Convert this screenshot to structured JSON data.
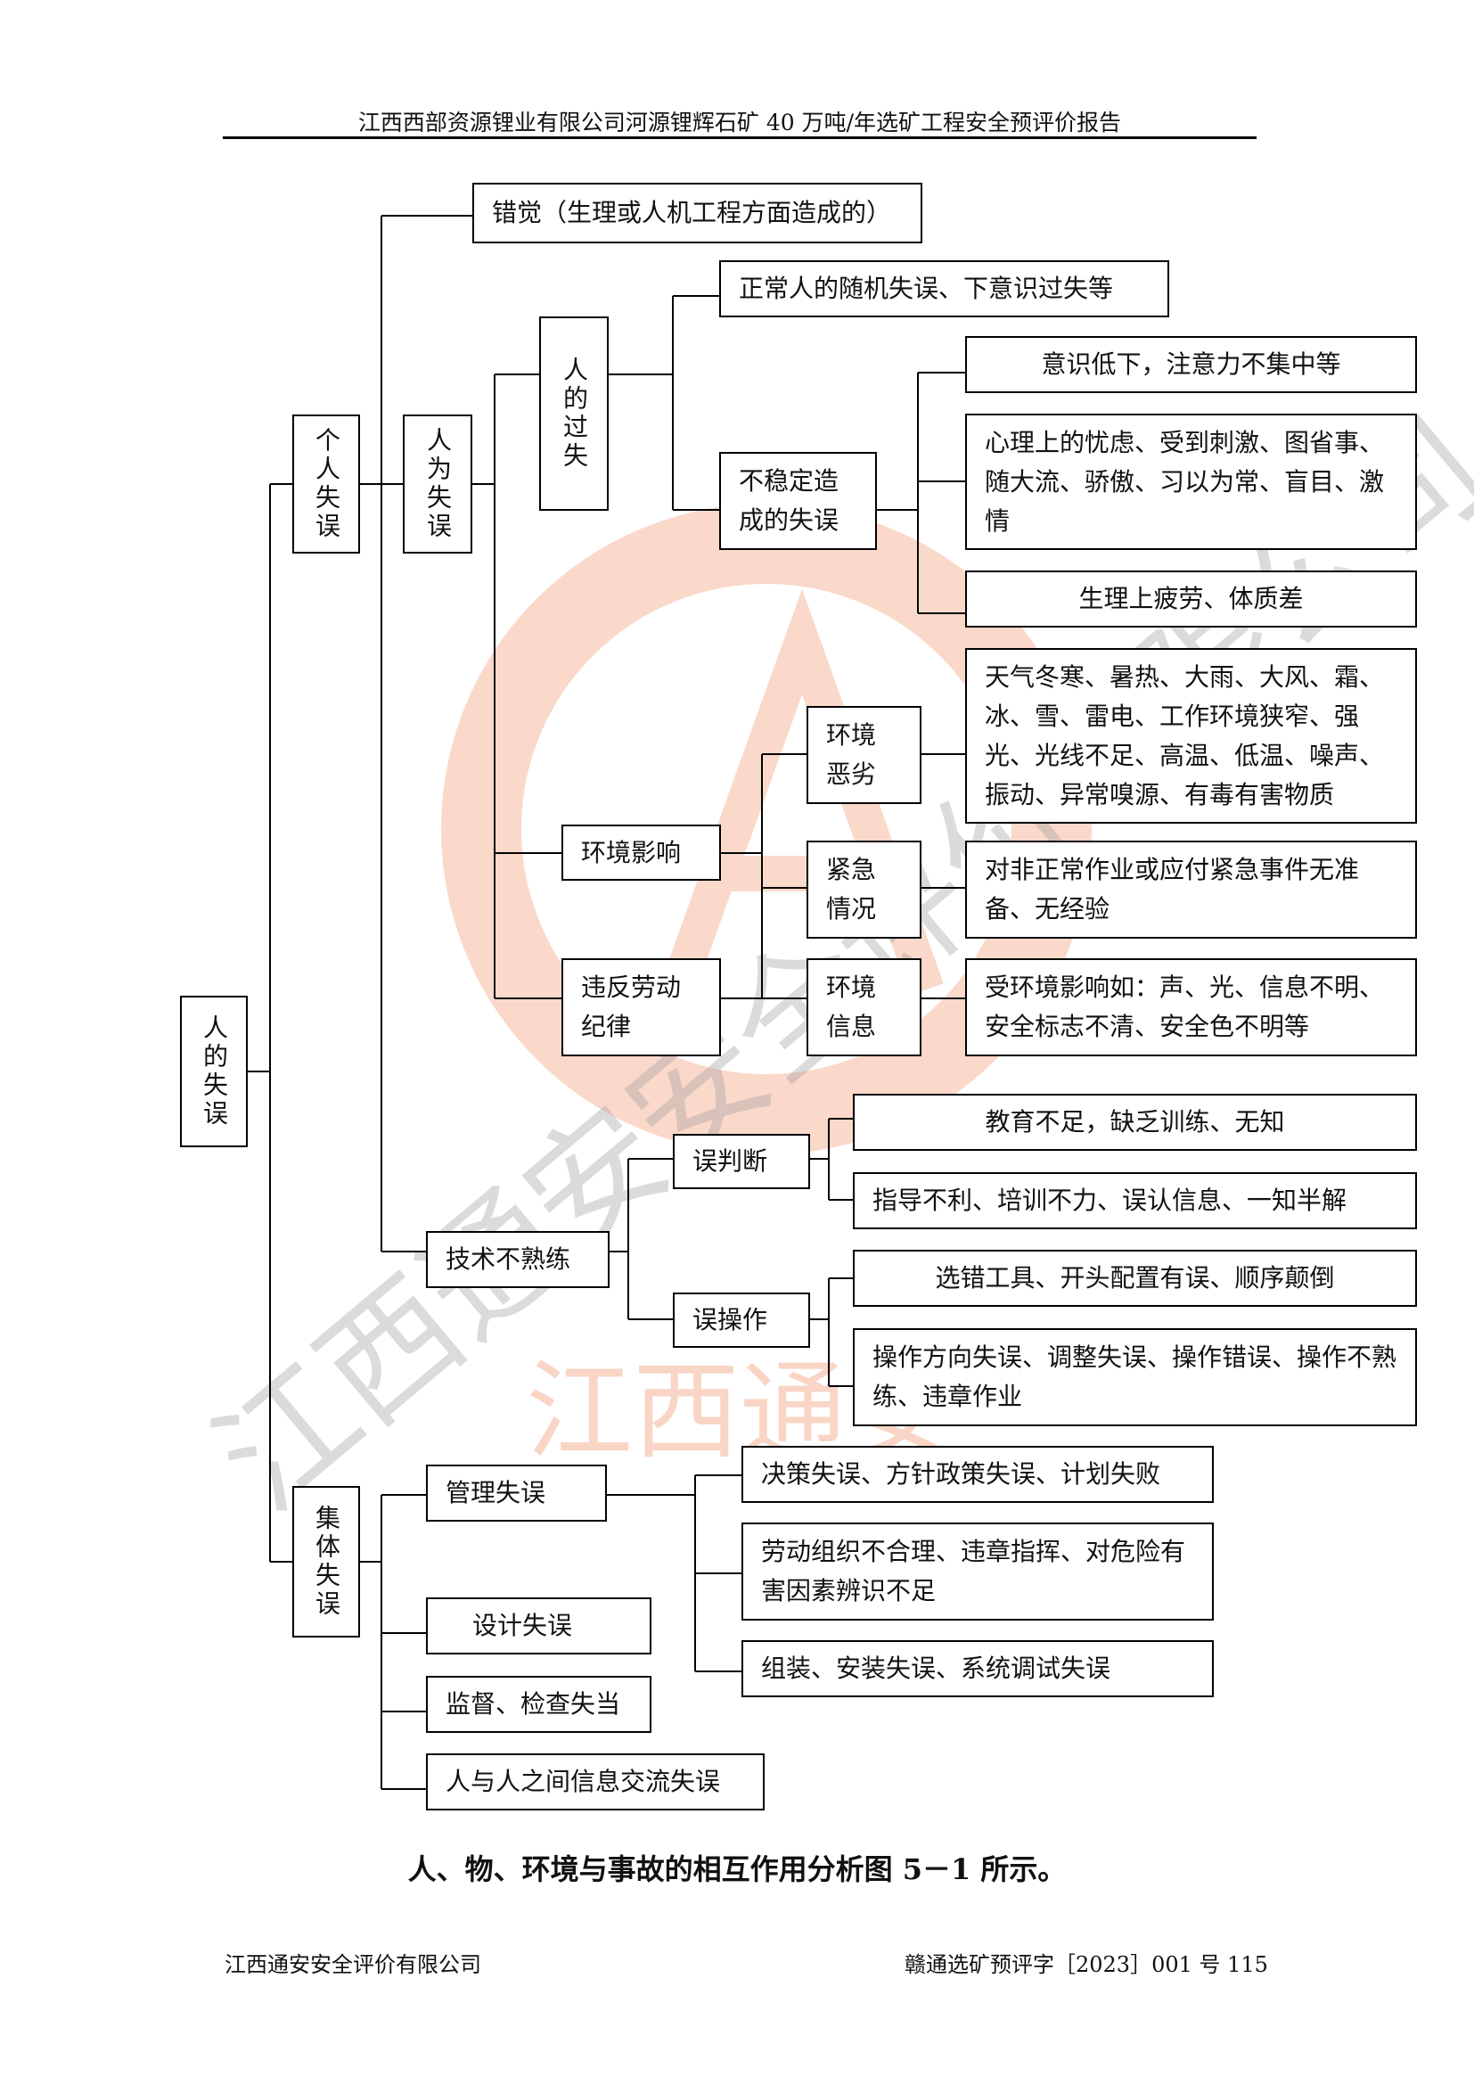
{
  "header": {
    "title": "江西西部资源锂业有限公司河源锂辉石矿 40 万吨/年选矿工程安全预评价报告"
  },
  "watermark": {
    "text": "江西通安安全评价有限公司",
    "text_short": "江西通安",
    "accent": "#f08a5d",
    "accent2": "#7fc4dc"
  },
  "diagram": {
    "root": "人的失误",
    "individual": "个人失误",
    "collective": "集体失误",
    "illusion": "错觉（生理或人机工程方面造成的）",
    "human_factor": "人为失误",
    "human_fault": "人的过失",
    "random_error": "正常人的随机失误、下意识过失等",
    "unstable": "不稳定造成的失误",
    "low_awareness": "意识低下，注意力不集中等",
    "psychological": "心理上的忧虑、受到刺激、图省事、随大流、骄傲、习以为常、盲目、激情",
    "physiological": "生理上疲劳、体质差",
    "env_influence": "环境影响",
    "violate_discipline": "违反劳动纪律",
    "env_bad": "环境恶劣",
    "env_bad_detail": "天气冬寒、暑热、大雨、大风、霜、冰、雪、雷电、工作环境狭窄、强光、光线不足、高温、低温、噪声、振动、异常嗅源、有毒有害物质",
    "emergency": "紧急情况",
    "emergency_detail": "对非正常作业或应付紧急事件无准备、无经验",
    "env_info": "环境信息",
    "env_info_detail": "受环境影响如：声、光、信息不明、安全标志不清、安全色不明等",
    "unskilled": "技术不熟练",
    "misjudge": "误判断",
    "misjudge_a": "教育不足，缺乏训练、无知",
    "misjudge_b": "指导不利、培训不力、误认信息、一知半解",
    "misoperate": "误操作",
    "misoperate_a": "选错工具、开头配置有误、顺序颠倒",
    "misoperate_b": "操作方向失误、调整失误、操作错误、操作不熟练、违章作业",
    "mgmt_error": "管理失误",
    "mgmt_a": "决策失误、方针政策失误、计划失败",
    "mgmt_b": "劳动组织不合理、违章指挥、对危险有害因素辨识不足",
    "mgmt_c": "组装、安装失误、系统调试失误",
    "design_error": "设计失误",
    "supervision": "监督、检查失当",
    "communication": "人与人之间信息交流失误"
  },
  "caption": "人、物、环境与事故的相互作用分析图 5－1 所示。",
  "footer": {
    "company": "江西通安安全评价有限公司",
    "ref": "赣通选矿预评字［2023］001 号  115"
  }
}
